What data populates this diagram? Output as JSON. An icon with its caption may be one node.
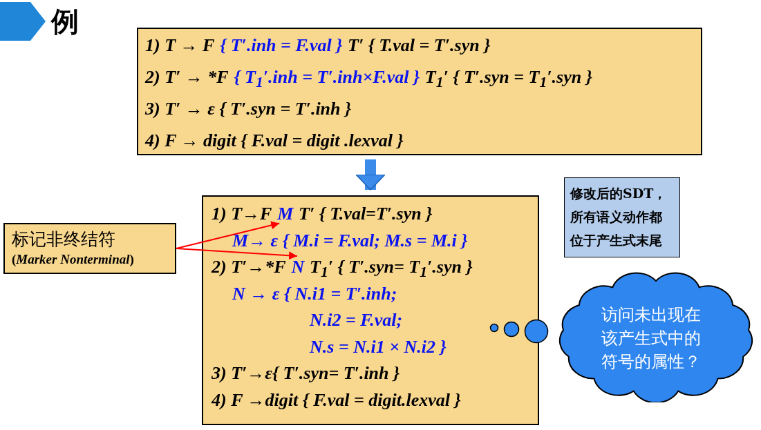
{
  "diagram": {
    "title": "例",
    "nodes": [
      {
        "text": [
          "1) T → F",
          "{ T′.inh = F.val }",
          "T′ { T.val = T′.syn }",
          "2) T′ → *F",
          "{ T$_{1}$′.inh = T′.inh×F.val }",
          "T$_{1}$′ { T′.syn = T$_{1}$′.syn }",
          "3) T′ → ε { T′.syn = T′.inh }",
          "4) F → digit { F.val = digit .lexval }"
        ]
      },
      {
        "text": [
          "1) T→F",
          "T′ { T.val=T′.syn }",
          "M→ ε { M.i = F.val; M.s = M.i }",
          "2) T′→*F",
          "T$_{1}$′ { T′.syn= T$_{1}$′.syn }",
          "N → ε { N.i1 = T′.inh;",
          "N.i2 = F.val;",
          "N.s = N.i1 × N.i2 }",
          "3) T′→ε{ T′.syn= T′.inh }",
          "4) F →digit { F.val = digit.lexval }"
        ]
      },
      {
        "text": [
          "M"
        ],
        "in": 1
      },
      {
        "text": [
          "N"
        ],
        "in": 1
      },
      {
        "text": [
          "标记非终结符",
          "(*Marker Nonterminal*)"
        ]
      },
      {
        "text": [
          "修改后的SDT，所有语义动作都位于产生式末尾"
        ]
      },
      {
        "text": [
          "访问未出现在该产生式中的符号的属性？"
        ]
      }
    ],
    "edges": [
      {
        "from": 0,
        "to": 1,
        "arrow": "to",
        "style": "thick",
        "color": "#3b8beb"
      },
      {
        "from": 4,
        "to": 2,
        "arrow": "to"
      },
      {
        "from": 4,
        "to": 3,
        "arrow": "to"
      }
    ]
  }
}
